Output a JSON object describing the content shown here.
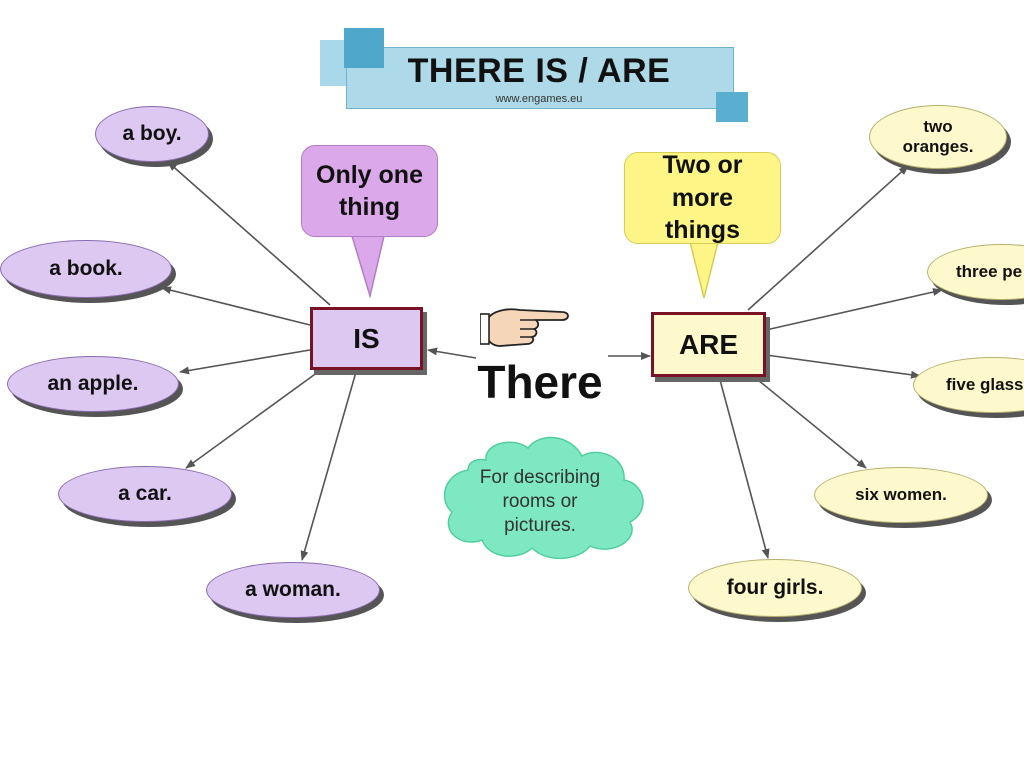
{
  "title": {
    "heading": "THERE IS / ARE",
    "website": "www.engames.eu"
  },
  "center": {
    "word": "There",
    "hand_icon": "pointing-hand-icon"
  },
  "is_branch": {
    "label": "IS",
    "bubble": "Only one\nthing",
    "items": [
      "a boy.",
      "a book.",
      "an apple.",
      "a car.",
      "a woman."
    ]
  },
  "are_branch": {
    "label": "ARE",
    "bubble": "Two or\nmore\nthings",
    "items": [
      "two\noranges.",
      "three pe",
      "five glass",
      "six women.",
      "four girls."
    ]
  },
  "note": "For describing\nrooms or\npictures.",
  "colors": {
    "title_blue": "#add9e8",
    "title_square": "#5aafd0",
    "is_box": "#dcc8f0",
    "are_box": "#fdf9cc",
    "border_red": "#7a1226",
    "bubble_purple": "#dba8ea",
    "bubble_yellow": "#fdf585",
    "lavender_node": "#dcc8f0",
    "cream_node": "#fdf9cc",
    "cloud_green": "#7ee8c2",
    "arrow_gray": "#555555"
  }
}
